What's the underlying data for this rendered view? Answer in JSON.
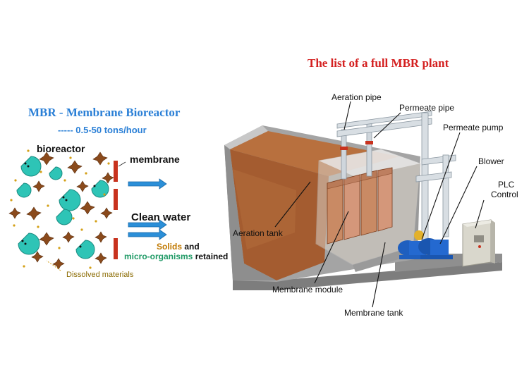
{
  "plant_title": "The list of a full MBR plant",
  "mbr": {
    "title": "MBR - Membrane Bioreactor",
    "subtitle": "----- 0.5-50 tons/hour"
  },
  "schematic": {
    "bioreactor": "bioreactor",
    "membrane": "membrane",
    "clean_water": "Clean water",
    "solids": "Solids",
    "and": " and",
    "micro_organisms": "micro-organisms",
    "retained": " retained",
    "dissolved": "Dissolved materials"
  },
  "callouts": {
    "aeration_pipe": "Aeration pipe",
    "permeate_pipe": "Permeate pipe",
    "permeate_pump": "Permeate pump",
    "blower": "Blower",
    "plc_line1": "PLC",
    "plc_line2": "Control",
    "aeration_tank": "Aeration tank",
    "membrane_module": "Membrane module",
    "membrane_tank": "Membrane tank"
  },
  "colors": {
    "title_red": "#d42020",
    "title_blue": "#2a7fd6",
    "microbe_teal": "#2ec4b6",
    "membrane_red": "#c8321e",
    "arrow_blue": "#2b8fd8",
    "sludge_brown": "#b0663a",
    "concrete_gray": "#9a9a9a",
    "pump_blue": "#1f5fbf"
  }
}
